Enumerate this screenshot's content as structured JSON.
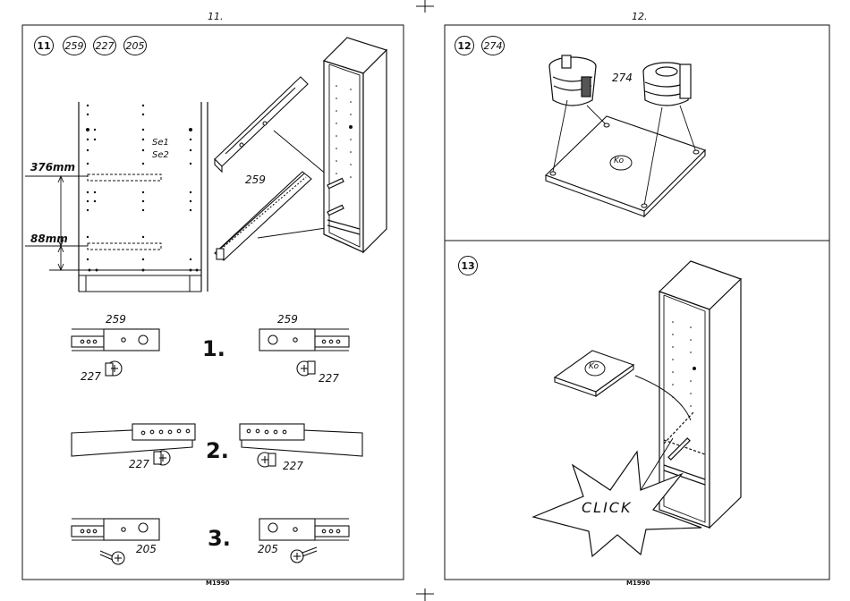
{
  "pages": {
    "left_number": "11.",
    "right_number": "12.",
    "left_footer": "M1990",
    "right_footer": "M1990"
  },
  "step11": {
    "step": "11",
    "parts": [
      "259",
      "227",
      "205"
    ],
    "labels": {
      "rail_a": "Se1",
      "rail_b": "Se2",
      "part_259": "259"
    },
    "measure_top": "376mm",
    "measure_bottom": "88mm",
    "sub1": {
      "number": "1.",
      "part_left": "259",
      "part_right": "259",
      "screw_left": "227",
      "screw_right": "227"
    },
    "sub2": {
      "number": "2.",
      "screw_left": "227",
      "screw_right": "227"
    },
    "sub3": {
      "number": "3.",
      "screw_left": "205",
      "screw_right": "205"
    }
  },
  "step12": {
    "step": "12",
    "part": "274",
    "label_274": "274",
    "panel_label": "Ko"
  },
  "step13": {
    "step": "13",
    "panel_label": "Ko",
    "click_text": "CLICK"
  }
}
